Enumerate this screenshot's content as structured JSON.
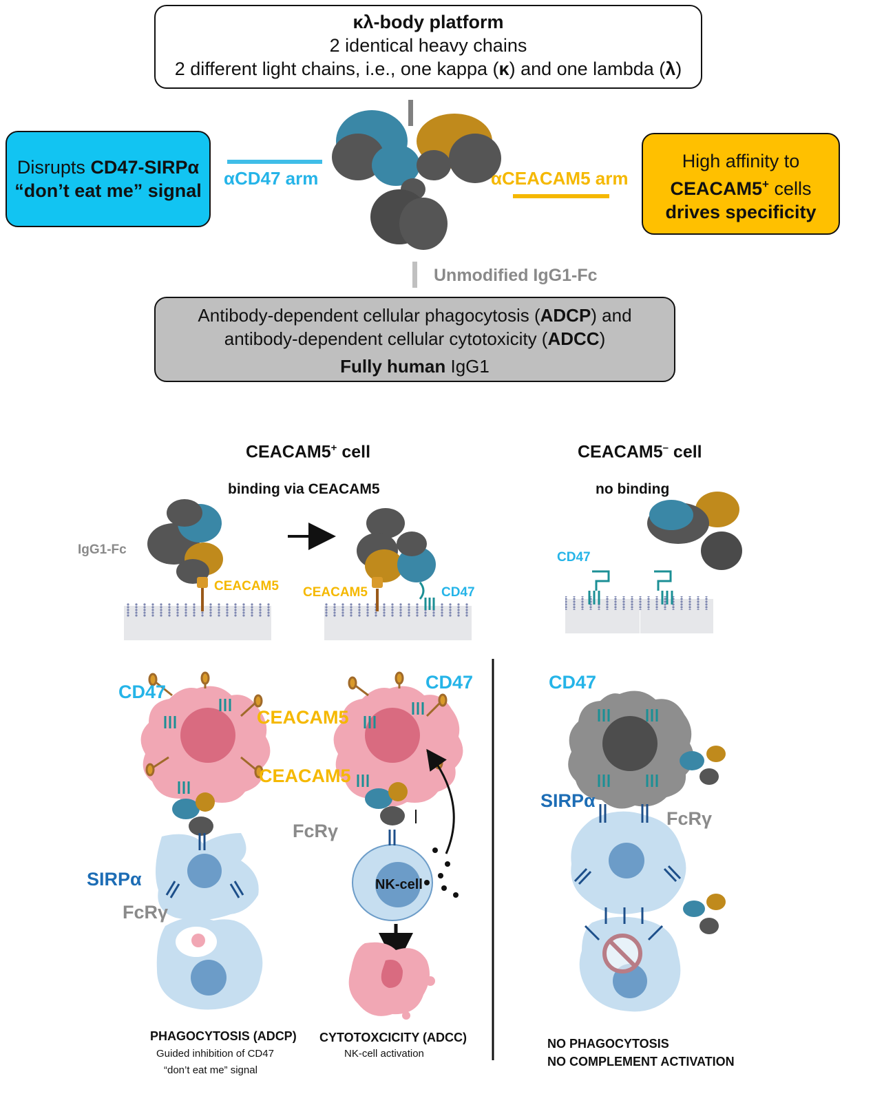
{
  "platform": {
    "title": "κλ-body platform",
    "line1": "2 identical heavy chains",
    "line2_pre": "2 different light chains, i.e., one kappa (",
    "kappa": "κ",
    "line2_mid": ") and one lambda (",
    "lambda": "λ",
    "line2_post": ")"
  },
  "left_box": {
    "pre": "Disrupts ",
    "bold1": "CD47-SIRPα",
    "bold2": "“don’t eat me” signal"
  },
  "right_box": {
    "line1": "High affinity to",
    "bold_ceacam": "CEACAM5",
    "sup": "+",
    "cells": " cells",
    "bold2": "drives specificity"
  },
  "arms": {
    "cd47": "αCD47 arm",
    "ceacam5": "αCEACAM5 arm",
    "fc": "Unmodified IgG1-Fc"
  },
  "fc_box": {
    "l1_pre": "Antibody-dependent cellular phagocytosis (",
    "l1_b": "ADCP",
    "l1_post": ") and",
    "l2_pre": "antibody-dependent cellular cytotoxicity (",
    "l2_b": "ADCC",
    "l2_post": ")",
    "l3_b": "Fully human",
    "l3_post": " IgG1"
  },
  "pos_cell": {
    "title": "CEACAM5",
    "sup": "+",
    "title_post": " cell",
    "sub": "binding via CEACAM5"
  },
  "neg_cell": {
    "title": "CEACAM5",
    "sup": "–",
    "title_post": " cell",
    "sub": "no binding"
  },
  "small_labels": {
    "igg1fc": "IgG1-Fc",
    "ceacam5_a": "CEACAM5",
    "ceacam5_b": "CEACAM5",
    "cd47_a": "CD47",
    "cd47_b": "CD47"
  },
  "big_labels": {
    "cd47_left": "CD47",
    "cd47_mid": "CD47",
    "cd47_right": "CD47",
    "ceacam5_top": "CEACAM5",
    "ceacam5_bottom": "CEACAM5",
    "sirpa_left": "SIRPα",
    "sirpa_right": "SIRPα",
    "fcr_left": "FcRγ",
    "fcr_mid": "FcRγ",
    "fcr_right": "FcRγ",
    "nk": "NK-cell"
  },
  "captions": {
    "adcp_title": "PHAGOCYTOSIS (ADCP)",
    "adcp_l1": "Guided inhibition of CD47",
    "adcp_l2": "“don’t eat me” signal",
    "adcc_title": "CYTOTOXCICITY (ADCC)",
    "adcc_l1": "NK-cell activation",
    "neg_l1": "NO PHAGOCYTOSIS",
    "neg_l2": "NO COMPLEMENT ACTIVATION"
  },
  "colors": {
    "cd47_blue": "#25b4e8",
    "sirpa_blue": "#1d6db5",
    "ceacam_gold": "#f5b800",
    "fc_grey": "#8a8a8a",
    "left_box_fill": "#12c4f2",
    "right_box_fill": "#ffc000",
    "fc_box_fill": "#bfbfbf",
    "tumor_pink": "#f1a7b4",
    "macrophage_blue": "#c6def0"
  }
}
